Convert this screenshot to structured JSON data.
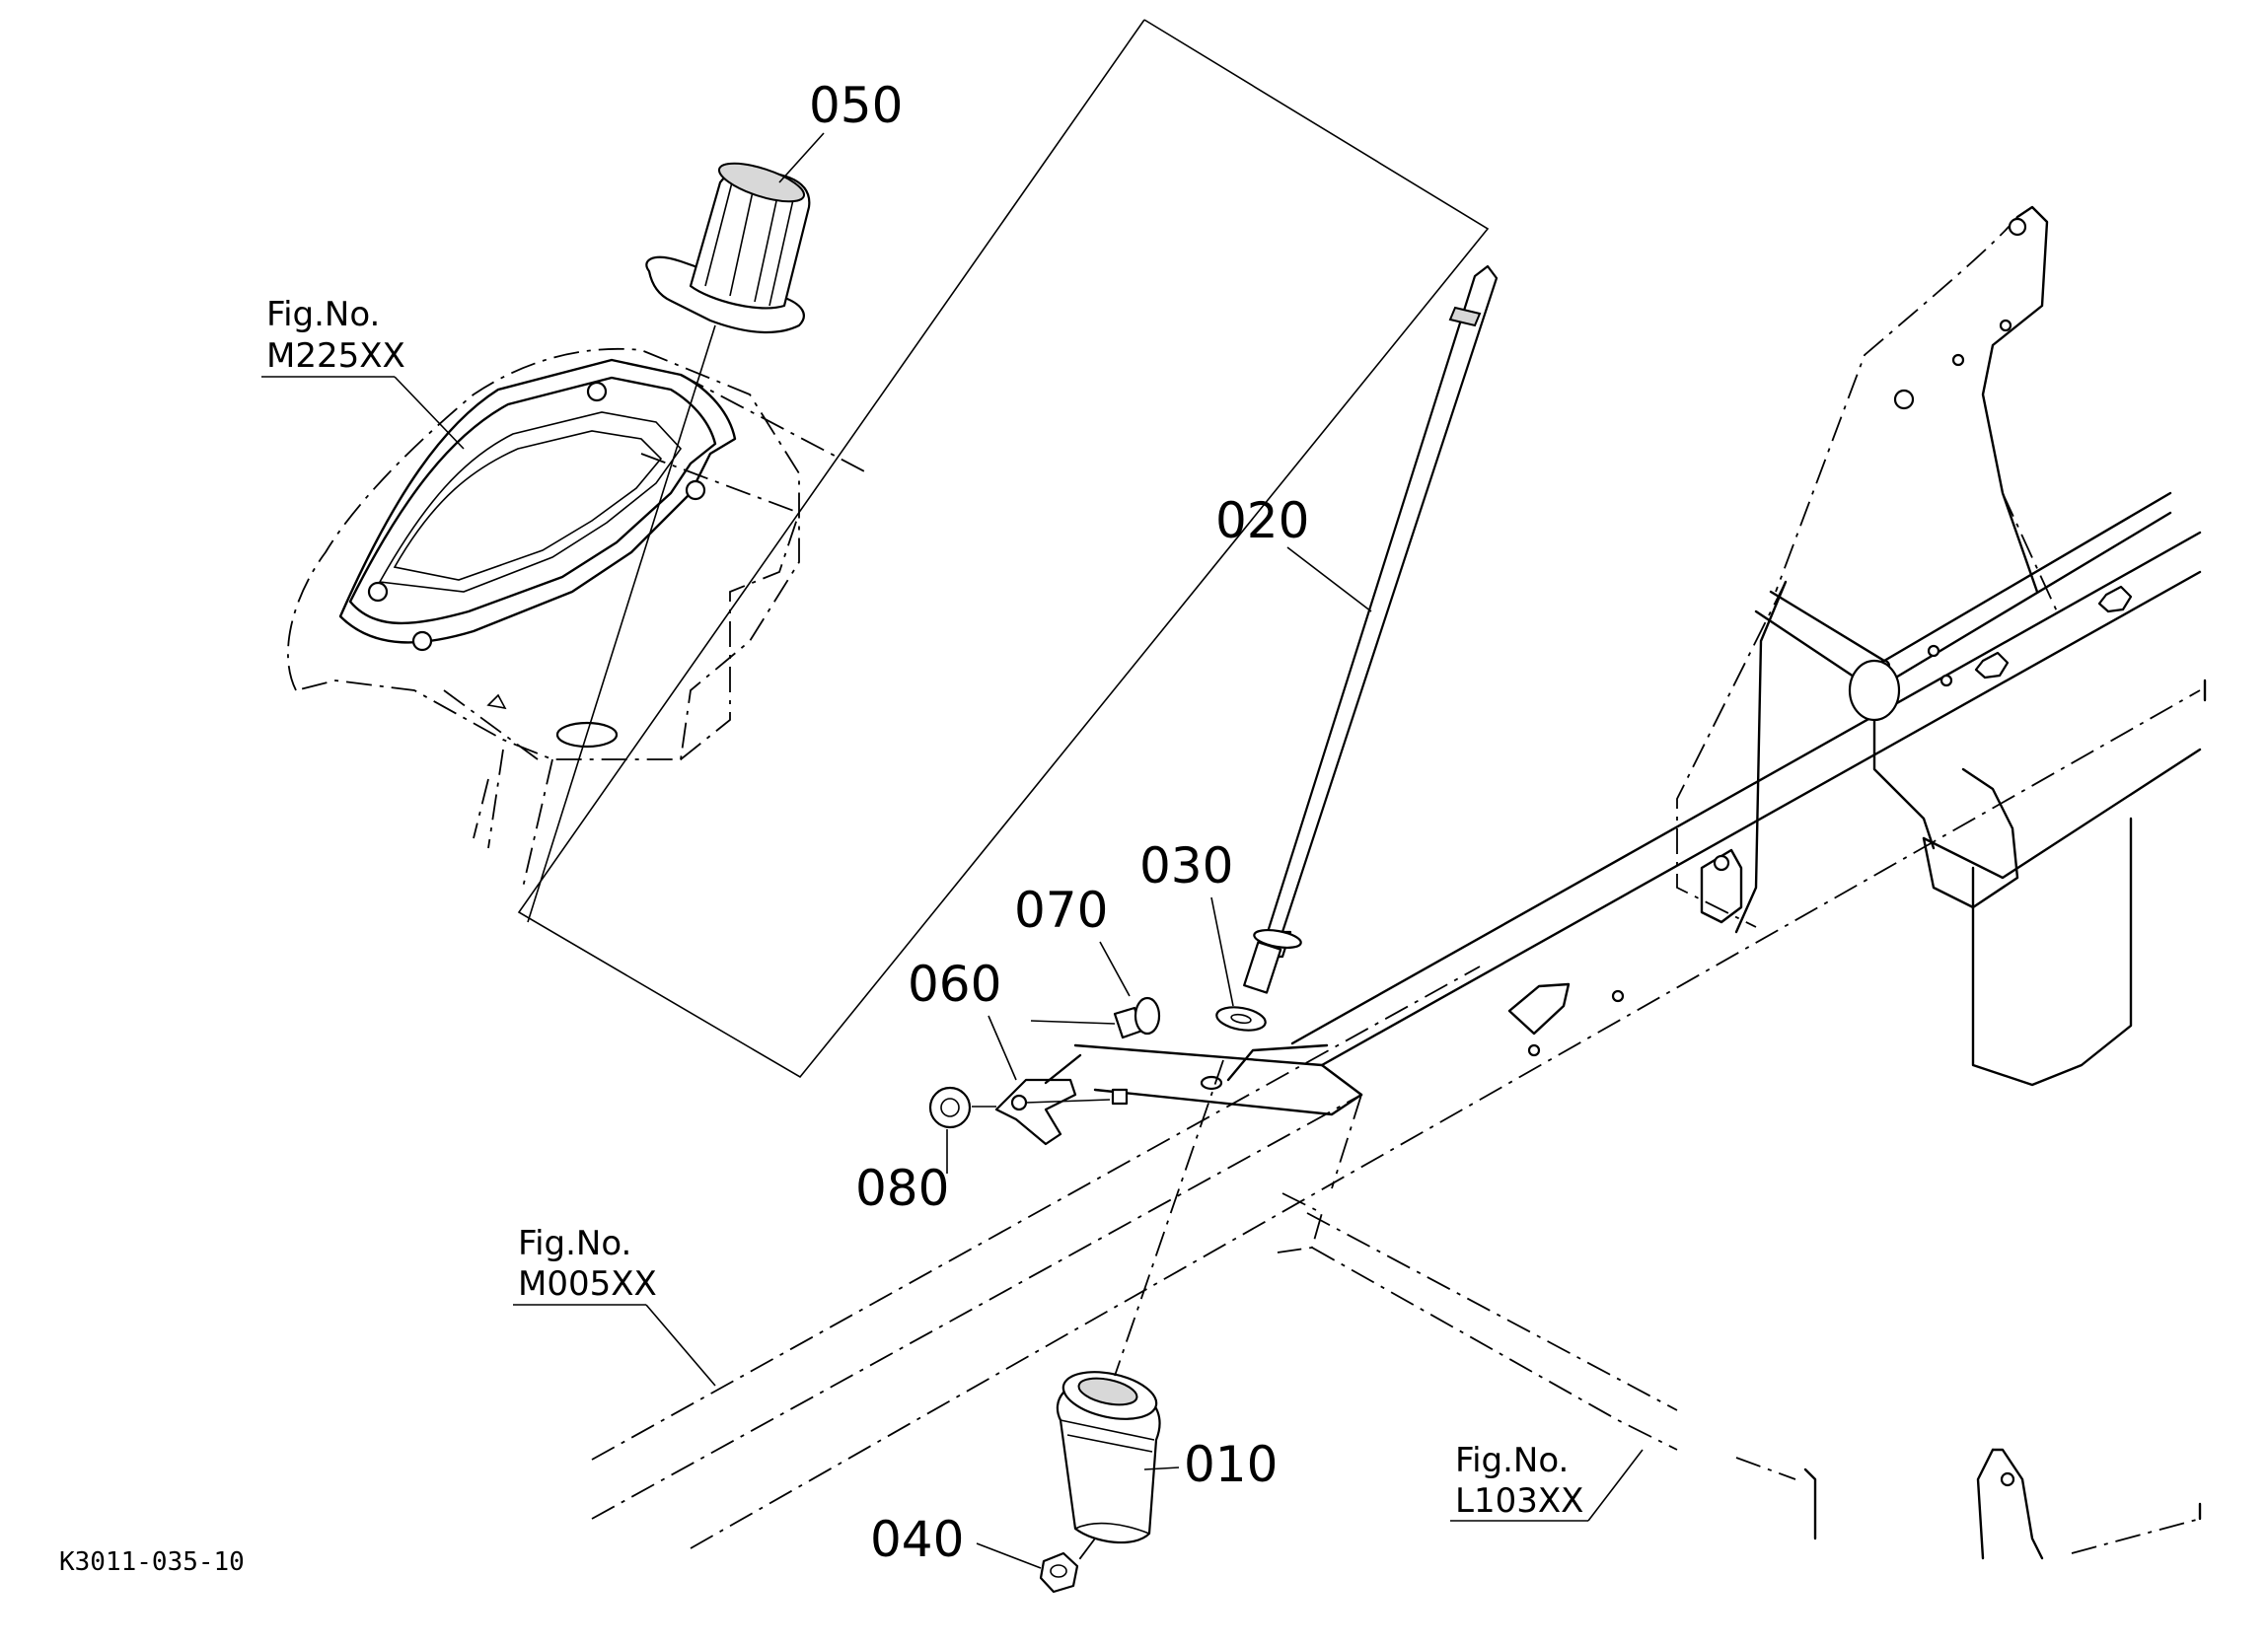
{
  "diagram_code": "K3011-035-10",
  "parts": [
    {
      "id": "010"
    },
    {
      "id": "020"
    },
    {
      "id": "030"
    },
    {
      "id": "040"
    },
    {
      "id": "050"
    },
    {
      "id": "060"
    },
    {
      "id": "070"
    },
    {
      "id": "080"
    }
  ],
  "figure_refs": [
    {
      "label": "Fig.No.",
      "number": "M225XX"
    },
    {
      "label": "Fig.No.",
      "number": "M005XX"
    },
    {
      "label": "Fig.No.",
      "number": "L103XX"
    }
  ]
}
